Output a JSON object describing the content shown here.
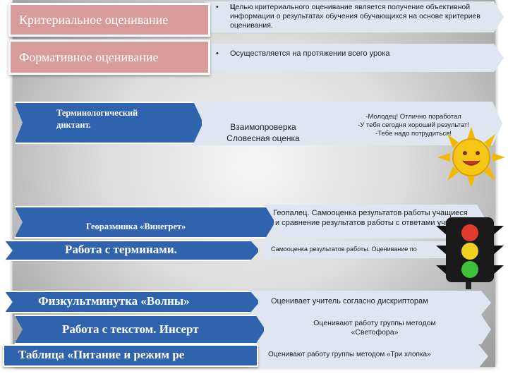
{
  "top": {
    "criterial": {
      "label": "Критериальное  оценивание",
      "desc_lead": "Ц",
      "desc": "елью критериального оценивание является получение объективной информации о результатах обучения обучающихся на основе критериев оценивания."
    },
    "formative": {
      "label": "Формативное оценивание",
      "desc": "Осуществляется на протяжении всего урока"
    }
  },
  "rows": {
    "dictation": {
      "label": "Терминологический диктант.",
      "method": "Взаимопроверка\nСловесная оценка",
      "praise": "-Молодец! Отлично поработал\n-У тебя сегодня хороший результат!\n-Тебе надо потрудиться!"
    },
    "warmup": {
      "label": "Георазминка «Винегрет»",
      "method": "Геопалец. Самооценка результатов работы учащиеся и сравнение результатов работы с ответами учителя"
    },
    "terms": {
      "label": "Работа с терминами.",
      "method": "Самооценка результатов работы. Оценивание по"
    },
    "phys": {
      "label": "Физкультминутка «Волны»",
      "method": "Оценивает  учитель согласно дискрипторам"
    },
    "text": {
      "label": "Работа с текстом. Инсерт",
      "method": "Оценивают  работу группы методом «Светофора»"
    },
    "table": {
      "label": "Таблица «Питание и режим ре",
      "method": "Оценивают  работу группы методом «Три хлопка»"
    }
  },
  "bullet": "•",
  "colors": {
    "blue_bar": "#2f63ae",
    "light_box": "#dfe6f2",
    "pink_box": "#d99a9a",
    "sun": "#f5c518",
    "red": "#e23b2e",
    "yellow": "#f0d020",
    "green": "#3fbf3a"
  }
}
